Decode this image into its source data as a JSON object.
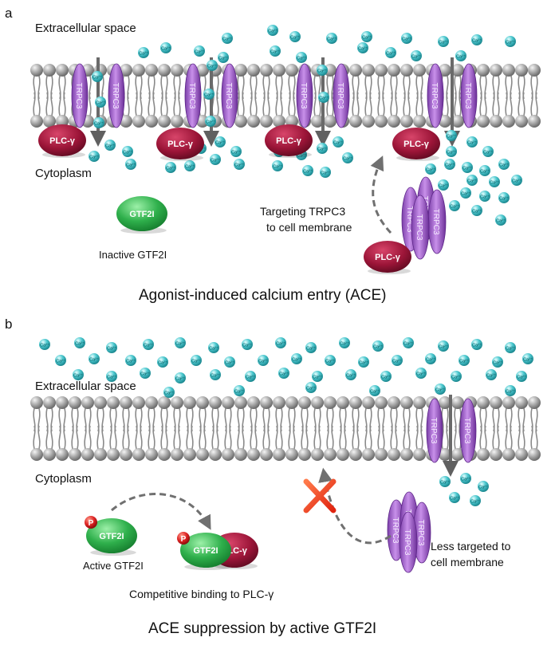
{
  "panel_a": {
    "letter": "a",
    "extracellular_label": "Extracellular space",
    "cytoplasm_label": "Cytoplasm",
    "inactive_label": "Inactive GTF2I",
    "targeting_label_line1": "Targeting TRPC3",
    "targeting_label_line2": "to cell membrane",
    "title": "Agonist-induced calcium entry (ACE)"
  },
  "panel_b": {
    "letter": "b",
    "extracellular_label": "Extracellular space",
    "cytoplasm_label": "Cytoplasm",
    "active_label": "Active GTF2I",
    "competitive_label": "Competitive binding to PLC-γ",
    "less_targeted_line1": "Less targeted to",
    "less_targeted_line2": "cell membrane",
    "title": "ACE suppression by active GTF2I"
  },
  "molecules": {
    "trpc3": "TRPC3",
    "plc": "PLC-γ",
    "gtf2i": "GTF2I",
    "phospho": "P",
    "calcium": "Ca²⁺"
  },
  "colors": {
    "calcium": "#3fc6cc",
    "trpc3": "#9b59c9",
    "plc": "#a0193d",
    "gtf2i": "#27a84a",
    "phospho": "#d81f1f",
    "lipid_head": "#9a9a9a",
    "block_x": "#f03a17",
    "arrow": "#707070"
  }
}
